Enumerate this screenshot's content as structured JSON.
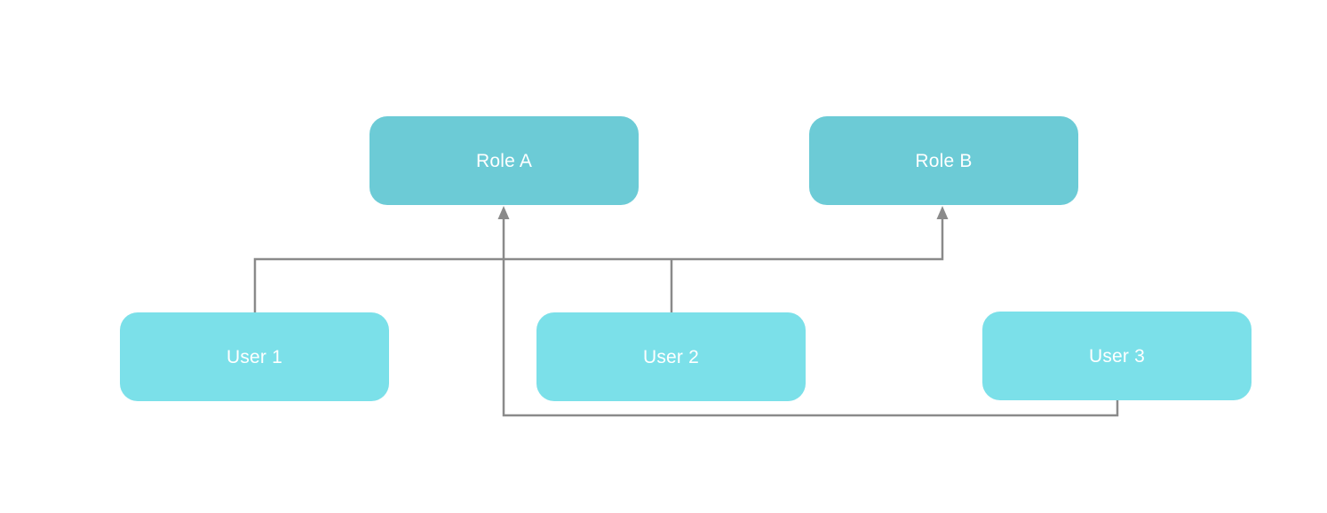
{
  "diagram": {
    "background_color": "#ffffff",
    "connector_color": "#8a8a8a",
    "node_text_color": "#ffffff",
    "role_fill_color": "#6ccbd6",
    "user_fill_color": "#7be0e9",
    "nodes": [
      {
        "id": "role-a",
        "label": "Role A",
        "kind": "role",
        "fill": "#6ccbd6"
      },
      {
        "id": "role-b",
        "label": "Role B",
        "kind": "role",
        "fill": "#6ccbd6"
      },
      {
        "id": "user-1",
        "label": "User 1",
        "kind": "user",
        "fill": "#7be0e9"
      },
      {
        "id": "user-2",
        "label": "User 2",
        "kind": "user",
        "fill": "#7be0e9"
      },
      {
        "id": "user-3",
        "label": "User 3",
        "kind": "user",
        "fill": "#7be0e9"
      }
    ],
    "edges": [
      {
        "from": "User 1",
        "to": "Role B",
        "arrow": "into-target"
      },
      {
        "from": "User 2",
        "to": "Role B",
        "arrow": "into-target"
      },
      {
        "from": "User 3",
        "to": "Role A",
        "arrow": "into-target"
      }
    ]
  }
}
